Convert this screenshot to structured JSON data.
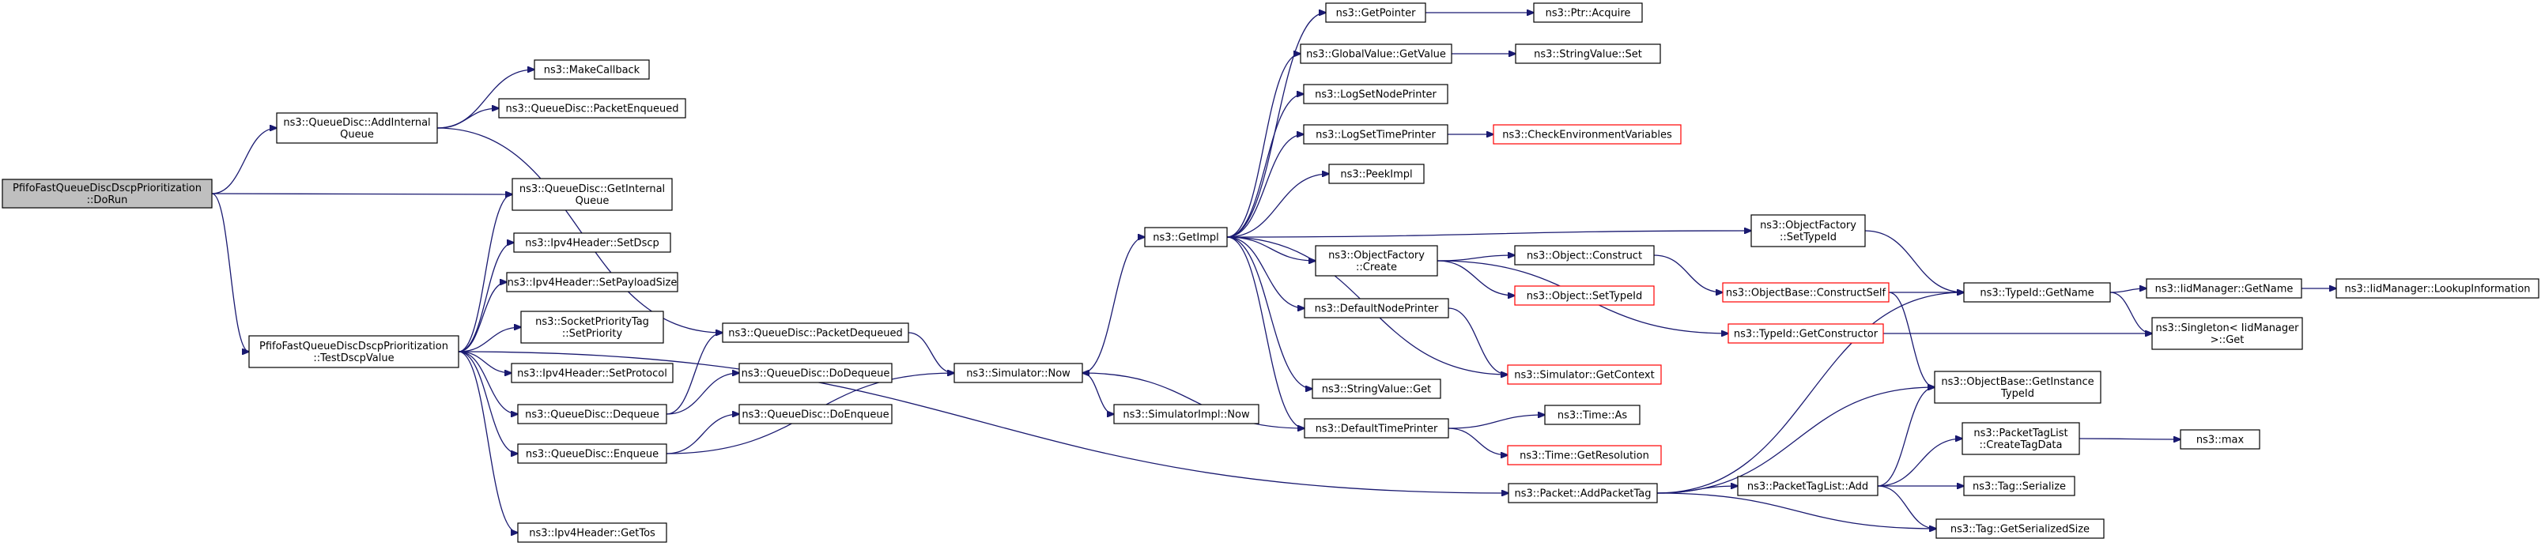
{
  "nodes": [
    {
      "id": "root",
      "lines": [
        "PfifoFastQueueDiscDscpPrioritization",
        "::DoRun"
      ],
      "style": "root"
    },
    {
      "id": "addInternalQueue",
      "lines": [
        "ns3::QueueDisc::AddInternal",
        "Queue"
      ],
      "style": "normal"
    },
    {
      "id": "makeCallback",
      "lines": [
        "ns3::MakeCallback"
      ],
      "style": "normal"
    },
    {
      "id": "packetEnqueued",
      "lines": [
        "ns3::QueueDisc::PacketEnqueued"
      ],
      "style": "normal"
    },
    {
      "id": "getInternalQueue",
      "lines": [
        "ns3::QueueDisc::GetInternal",
        "Queue"
      ],
      "style": "normal"
    },
    {
      "id": "setDscp",
      "lines": [
        "ns3::Ipv4Header::SetDscp"
      ],
      "style": "normal"
    },
    {
      "id": "setPayloadSize",
      "lines": [
        "ns3::Ipv4Header::SetPayloadSize"
      ],
      "style": "normal"
    },
    {
      "id": "setPriority",
      "lines": [
        "ns3::SocketPriorityTag",
        "::SetPriority"
      ],
      "style": "normal"
    },
    {
      "id": "setProtocol",
      "lines": [
        "ns3::Ipv4Header::SetProtocol"
      ],
      "style": "normal"
    },
    {
      "id": "dequeue",
      "lines": [
        "ns3::QueueDisc::Dequeue"
      ],
      "style": "normal"
    },
    {
      "id": "enqueue",
      "lines": [
        "ns3::QueueDisc::Enqueue"
      ],
      "style": "normal"
    },
    {
      "id": "getTos",
      "lines": [
        "ns3::Ipv4Header::GetTos"
      ],
      "style": "normal"
    },
    {
      "id": "testDscp",
      "lines": [
        "PfifoFastQueueDiscDscpPrioritization",
        "::TestDscpValue"
      ],
      "style": "normal"
    },
    {
      "id": "packetDequeued",
      "lines": [
        "ns3::QueueDisc::PacketDequeued"
      ],
      "style": "normal"
    },
    {
      "id": "doDequeue",
      "lines": [
        "ns3::QueueDisc::DoDequeue"
      ],
      "style": "normal"
    },
    {
      "id": "doEnqueue",
      "lines": [
        "ns3::QueueDisc::DoEnqueue"
      ],
      "style": "normal"
    },
    {
      "id": "simNow",
      "lines": [
        "ns3::Simulator::Now"
      ],
      "style": "normal"
    },
    {
      "id": "simImplNow",
      "lines": [
        "ns3::SimulatorImpl::Now"
      ],
      "style": "normal"
    },
    {
      "id": "getImpl",
      "lines": [
        "ns3::GetImpl"
      ],
      "style": "normal"
    },
    {
      "id": "getPointer",
      "lines": [
        "ns3::GetPointer"
      ],
      "style": "normal"
    },
    {
      "id": "ptrAcquire",
      "lines": [
        "ns3::Ptr::Acquire"
      ],
      "style": "normal"
    },
    {
      "id": "globalGetValue",
      "lines": [
        "ns3::GlobalValue::GetValue"
      ],
      "style": "normal"
    },
    {
      "id": "stringValueSet",
      "lines": [
        "ns3::StringValue::Set"
      ],
      "style": "normal"
    },
    {
      "id": "logSetNodePrinter",
      "lines": [
        "ns3::LogSetNodePrinter"
      ],
      "style": "normal"
    },
    {
      "id": "logSetTimePrinter",
      "lines": [
        "ns3::LogSetTimePrinter"
      ],
      "style": "normal"
    },
    {
      "id": "checkEnv",
      "lines": [
        "ns3::CheckEnvironmentVariables"
      ],
      "style": "red"
    },
    {
      "id": "peekImpl",
      "lines": [
        "ns3::PeekImpl"
      ],
      "style": "normal"
    },
    {
      "id": "objFactoryCreate",
      "lines": [
        "ns3::ObjectFactory",
        "::Create"
      ],
      "style": "normal"
    },
    {
      "id": "objectConstruct",
      "lines": [
        "ns3::Object::Construct"
      ],
      "style": "normal"
    },
    {
      "id": "objectSetTypeId",
      "lines": [
        "ns3::Object::SetTypeId"
      ],
      "style": "red"
    },
    {
      "id": "defaultNodePrinter",
      "lines": [
        "ns3::DefaultNodePrinter"
      ],
      "style": "normal"
    },
    {
      "id": "simGetContext",
      "lines": [
        "ns3::Simulator::GetContext"
      ],
      "style": "red"
    },
    {
      "id": "stringValueGet",
      "lines": [
        "ns3::StringValue::Get"
      ],
      "style": "normal"
    },
    {
      "id": "defaultTimePrinter",
      "lines": [
        "ns3::DefaultTimePrinter"
      ],
      "style": "normal"
    },
    {
      "id": "timeAs",
      "lines": [
        "ns3::Time::As"
      ],
      "style": "normal"
    },
    {
      "id": "timeGetResolution",
      "lines": [
        "ns3::Time::GetResolution"
      ],
      "style": "red"
    },
    {
      "id": "objFactorySetTypeId",
      "lines": [
        "ns3::ObjectFactory",
        "::SetTypeId"
      ],
      "style": "normal"
    },
    {
      "id": "objBaseConstructSelf",
      "lines": [
        "ns3::ObjectBase::ConstructSelf"
      ],
      "style": "red"
    },
    {
      "id": "typeIdGetConstructor",
      "lines": [
        "ns3::TypeId::GetConstructor"
      ],
      "style": "red"
    },
    {
      "id": "typeIdGetName",
      "lines": [
        "ns3::TypeId::GetName"
      ],
      "style": "normal"
    },
    {
      "id": "iidGetName",
      "lines": [
        "ns3::IidManager::GetName"
      ],
      "style": "normal"
    },
    {
      "id": "iidLookupInfo",
      "lines": [
        "ns3::IidManager::LookupInformation"
      ],
      "style": "normal"
    },
    {
      "id": "singletonGet",
      "lines": [
        "ns3::Singleton< IidManager",
        " >::Get"
      ],
      "style": "normal"
    },
    {
      "id": "objBaseGetInstanceTypeId",
      "lines": [
        "ns3::ObjectBase::GetInstance",
        "TypeId"
      ],
      "style": "normal"
    },
    {
      "id": "packetAddPacketTag",
      "lines": [
        "ns3::Packet::AddPacketTag"
      ],
      "style": "normal"
    },
    {
      "id": "packetTagListAdd",
      "lines": [
        "ns3::PacketTagList::Add"
      ],
      "style": "normal"
    },
    {
      "id": "createTagData",
      "lines": [
        "ns3::PacketTagList",
        "::CreateTagData"
      ],
      "style": "normal"
    },
    {
      "id": "nsMax",
      "lines": [
        "ns3::max"
      ],
      "style": "normal"
    },
    {
      "id": "tagSerialize",
      "lines": [
        "ns3::Tag::Serialize"
      ],
      "style": "normal"
    },
    {
      "id": "tagGetSerializedSize",
      "lines": [
        "ns3::Tag::GetSerializedSize"
      ],
      "style": "normal"
    }
  ],
  "edges": [
    [
      "root",
      "addInternalQueue"
    ],
    [
      "root",
      "getInternalQueue"
    ],
    [
      "root",
      "testDscp"
    ],
    [
      "addInternalQueue",
      "makeCallback"
    ],
    [
      "addInternalQueue",
      "packetEnqueued"
    ],
    [
      "addInternalQueue",
      "packetDequeued"
    ],
    [
      "testDscp",
      "getInternalQueue"
    ],
    [
      "testDscp",
      "setDscp"
    ],
    [
      "testDscp",
      "setPayloadSize"
    ],
    [
      "testDscp",
      "setPriority"
    ],
    [
      "testDscp",
      "setProtocol"
    ],
    [
      "testDscp",
      "dequeue"
    ],
    [
      "testDscp",
      "enqueue"
    ],
    [
      "testDscp",
      "getTos"
    ],
    [
      "testDscp",
      "packetAddPacketTag"
    ],
    [
      "dequeue",
      "packetDequeued"
    ],
    [
      "dequeue",
      "doDequeue"
    ],
    [
      "enqueue",
      "doEnqueue"
    ],
    [
      "enqueue",
      "simNow"
    ],
    [
      "packetDequeued",
      "simNow"
    ],
    [
      "simNow",
      "getImpl"
    ],
    [
      "simNow",
      "simImplNow"
    ],
    [
      "getImpl",
      "getPointer"
    ],
    [
      "getImpl",
      "globalGetValue"
    ],
    [
      "getImpl",
      "logSetNodePrinter"
    ],
    [
      "getImpl",
      "logSetTimePrinter"
    ],
    [
      "getImpl",
      "peekImpl"
    ],
    [
      "getImpl",
      "objFactorySetTypeId"
    ],
    [
      "getImpl",
      "objFactoryCreate"
    ],
    [
      "getImpl",
      "defaultNodePrinter"
    ],
    [
      "getImpl",
      "stringValueGet"
    ],
    [
      "getImpl",
      "defaultTimePrinter"
    ],
    [
      "getImpl",
      "simGetContext"
    ],
    [
      "getPointer",
      "ptrAcquire"
    ],
    [
      "globalGetValue",
      "stringValueSet"
    ],
    [
      "logSetTimePrinter",
      "checkEnv"
    ],
    [
      "objFactoryCreate",
      "objectConstruct"
    ],
    [
      "objFactoryCreate",
      "objectSetTypeId"
    ],
    [
      "objFactoryCreate",
      "typeIdGetConstructor"
    ],
    [
      "objectConstruct",
      "objBaseConstructSelf"
    ],
    [
      "defaultNodePrinter",
      "simGetContext"
    ],
    [
      "defaultTimePrinter",
      "simNow"
    ],
    [
      "defaultTimePrinter",
      "timeAs"
    ],
    [
      "defaultTimePrinter",
      "timeGetResolution"
    ],
    [
      "objFactorySetTypeId",
      "typeIdGetName"
    ],
    [
      "objBaseConstructSelf",
      "typeIdGetName"
    ],
    [
      "objBaseConstructSelf",
      "objBaseGetInstanceTypeId"
    ],
    [
      "typeIdGetConstructor",
      "singletonGet"
    ],
    [
      "typeIdGetName",
      "iidGetName"
    ],
    [
      "typeIdGetName",
      "singletonGet"
    ],
    [
      "iidGetName",
      "iidLookupInfo"
    ],
    [
      "packetAddPacketTag",
      "typeIdGetName"
    ],
    [
      "packetAddPacketTag",
      "objBaseGetInstanceTypeId"
    ],
    [
      "packetAddPacketTag",
      "packetTagListAdd"
    ],
    [
      "packetAddPacketTag",
      "tagGetSerializedSize"
    ],
    [
      "packetTagListAdd",
      "objBaseGetInstanceTypeId"
    ],
    [
      "packetTagListAdd",
      "createTagData"
    ],
    [
      "packetTagListAdd",
      "tagSerialize"
    ],
    [
      "packetTagListAdd",
      "tagGetSerializedSize"
    ],
    [
      "createTagData",
      "nsMax"
    ]
  ],
  "colors": {
    "edge": "#191970",
    "root_fill": "#bfbfbf",
    "red_border": "#ff0000",
    "border": "#000000"
  }
}
